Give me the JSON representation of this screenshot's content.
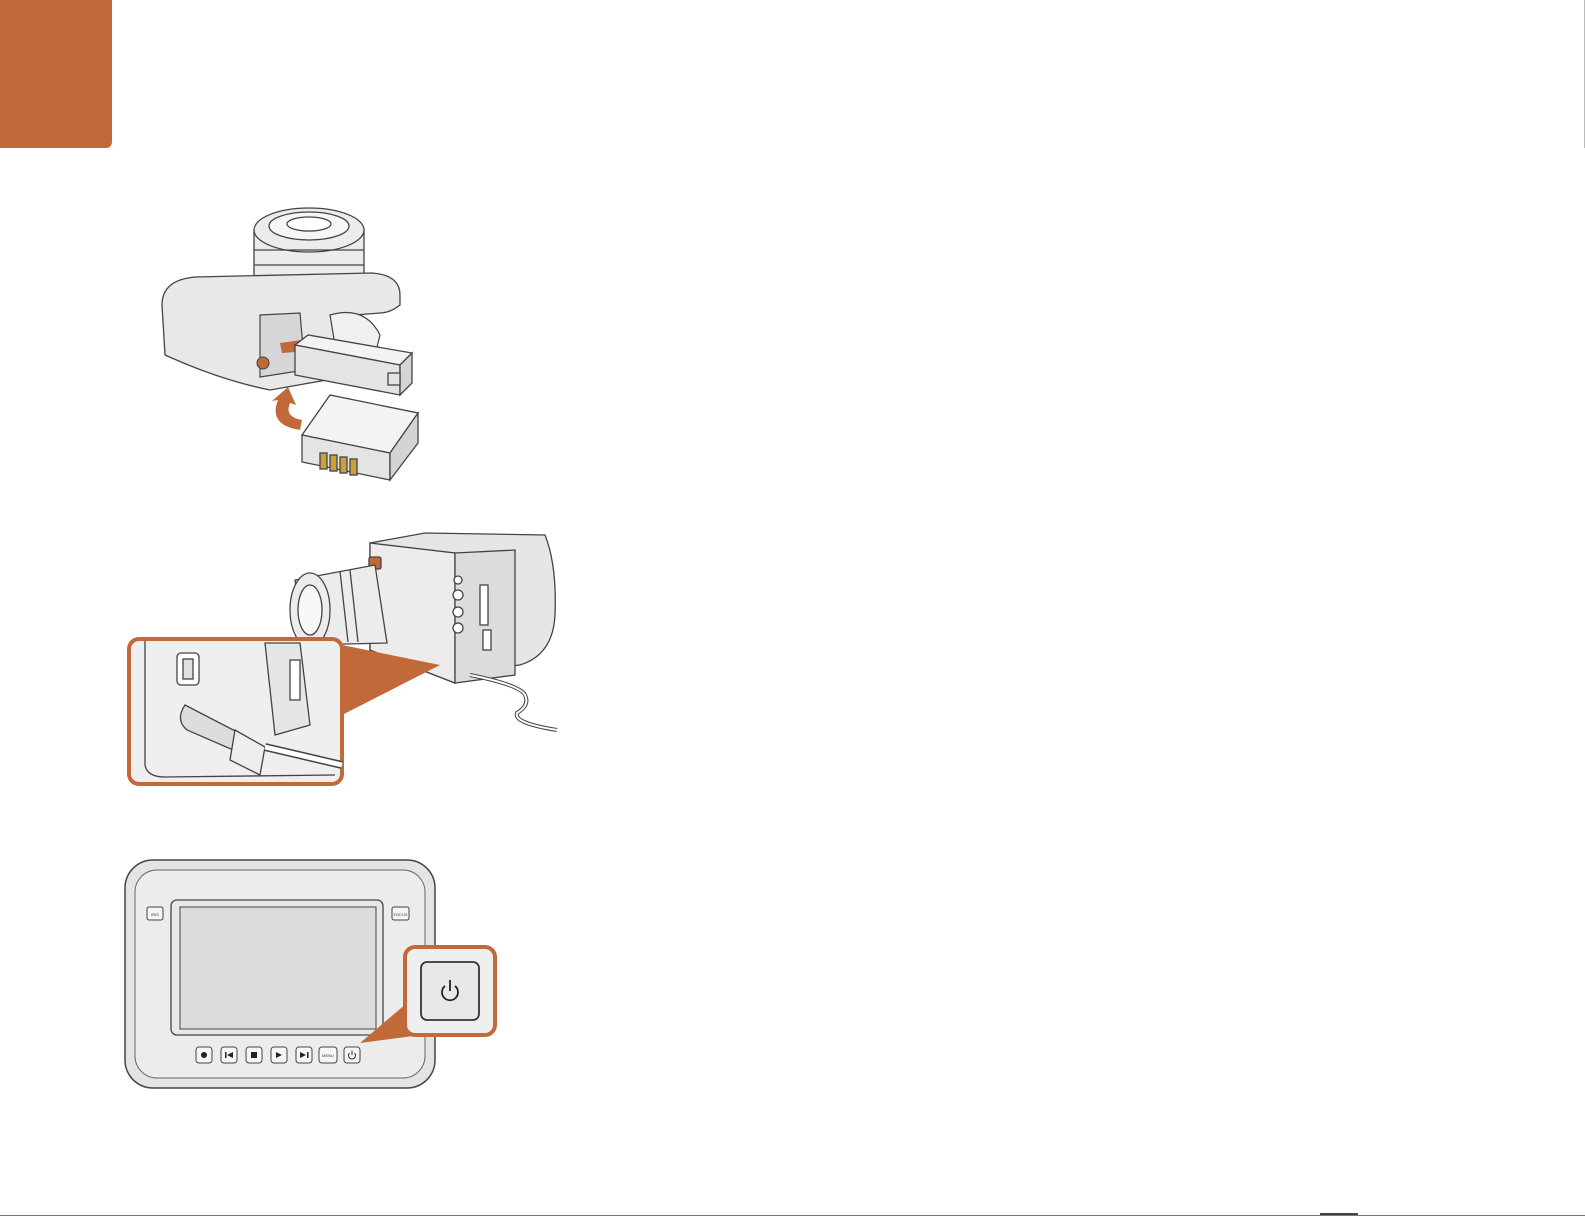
{
  "colors": {
    "accent": "#c2693a",
    "body_grey": "#e6e6e6",
    "line": "#444444"
  },
  "camera_front": {
    "buttons": [
      {
        "icon": "record-icon"
      },
      {
        "icon": "skip-back-icon"
      },
      {
        "icon": "stop-icon"
      },
      {
        "icon": "play-icon"
      },
      {
        "icon": "skip-forward-icon"
      },
      {
        "label": "MENU"
      },
      {
        "icon": "power-icon"
      }
    ],
    "left_button_label": "IRIS",
    "right_button_label": "FOCUS",
    "zoom_icon": "power-icon"
  },
  "footer": {
    "text": ""
  }
}
